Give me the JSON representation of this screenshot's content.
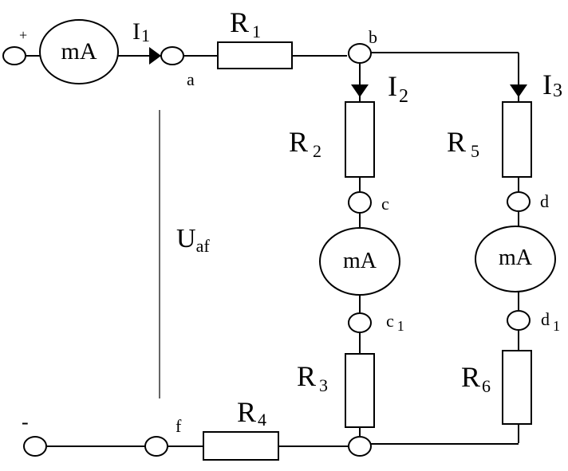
{
  "terminals": {
    "plus": "+",
    "minus": "-"
  },
  "meters": {
    "main": "mA",
    "branch_c": "mA",
    "branch_d": "mA"
  },
  "nodes": {
    "a": "a",
    "b": "b",
    "c": "c",
    "c1_base": "c",
    "c1_sub": "1",
    "d": "d",
    "d1_base": "d",
    "d1_sub": "1",
    "f": "f"
  },
  "resistors": {
    "r1": {
      "base": "R",
      "sub": "1"
    },
    "r2": {
      "base": "R",
      "sub": "2"
    },
    "r3": {
      "base": "R",
      "sub": "3"
    },
    "r4": {
      "base": "R",
      "sub": "4"
    },
    "r5": {
      "base": "R",
      "sub": "5"
    },
    "r6": {
      "base": "R",
      "sub": "6"
    }
  },
  "currents": {
    "i1": {
      "base": "I",
      "sub": "1"
    },
    "i2": {
      "base": "I",
      "sub": "2"
    },
    "i3": {
      "base": "I",
      "sub": "3"
    }
  },
  "voltage": {
    "base": "U",
    "sub": "af"
  }
}
